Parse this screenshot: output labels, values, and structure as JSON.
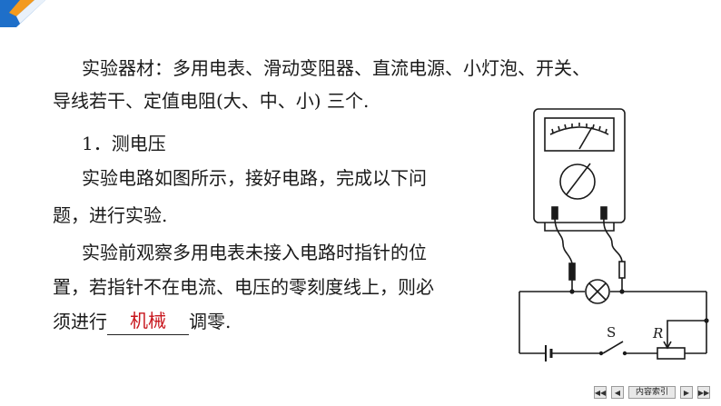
{
  "text": {
    "materials_line1": "实验器材：多用电表、滑动变阻器、直流电源、小灯泡、开关、",
    "materials_line2": "导线若干、定值电阻(大、中、小) 三个.",
    "section_heading": "1．测电压",
    "circuit_line1": "实验电路如图所示，接好电路，完成以下问",
    "circuit_line2": "题，进行实验.",
    "observe_line1": "实验前观察多用电表未接入电路时指针的位",
    "observe_line2": "置，若指针不在电流、电压的零刻度线上，则必",
    "observe_line3_prefix": "须进行",
    "observe_line3_answer": "机械",
    "observe_line3_suffix": "调零."
  },
  "figure": {
    "switch_label": "S",
    "resistor_label": "R"
  },
  "nav": {
    "index_label": "内容索引"
  },
  "colors": {
    "answer": "#c8161d",
    "corner_accent": "#1e6fc9",
    "corner_highlight": "#f39a1e"
  }
}
